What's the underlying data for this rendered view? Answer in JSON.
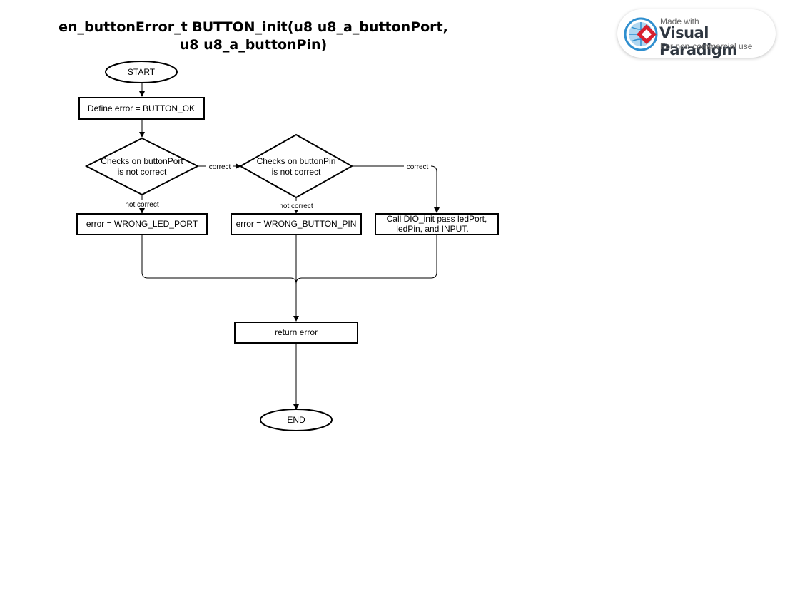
{
  "title": {
    "line1": "en_buttonError_t BUTTON_init(u8 u8_a_buttonPort,",
    "line2": "u8 u8_a_buttonPin)"
  },
  "nodes": {
    "start": "START",
    "define_error": "Define error = BUTTON_OK",
    "check_port": [
      "Checks on buttonPort",
      "is not correct"
    ],
    "check_pin": [
      "Checks on buttonPin",
      "is not correct"
    ],
    "err_led_port": "error = WRONG_LED_PORT",
    "err_button_pin": "error = WRONG_BUTTON_PIN",
    "call_dio": [
      "Call DIO_init pass ledPort,",
      "ledPin, and INPUT."
    ],
    "return_error": "return error",
    "end": "END"
  },
  "edge_labels": {
    "port_correct": "correct",
    "port_not_correct": "not correct",
    "pin_correct": "correct",
    "pin_not_correct": "not correct"
  },
  "badge": {
    "made_with": "Made with",
    "brand": "Visual Paradigm",
    "note": "For non-commercial use",
    "globe_color": "#2f8fcf",
    "mark_color": "#d8202f"
  }
}
